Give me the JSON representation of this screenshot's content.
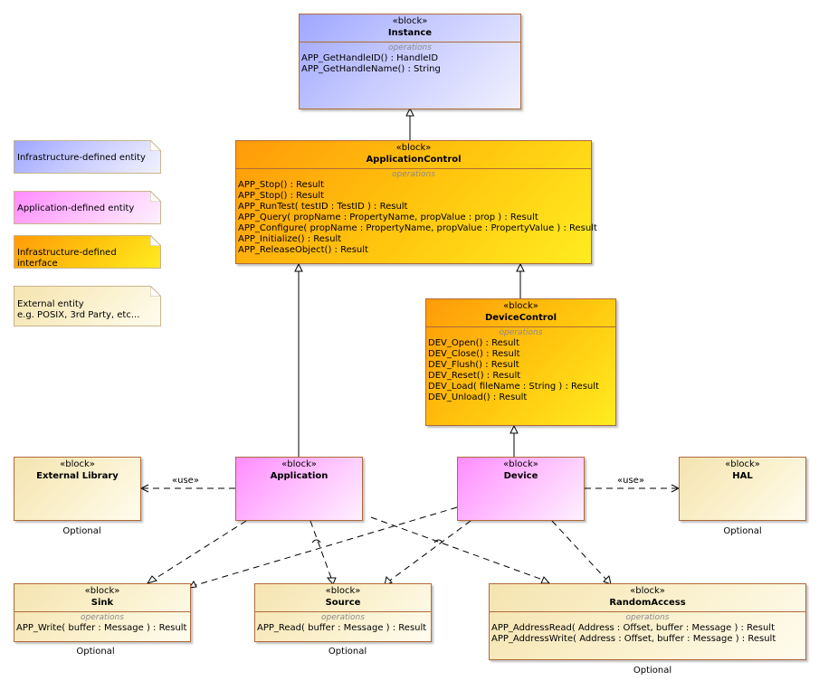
{
  "blocks": {
    "instance": {
      "stereo": "«block»",
      "name": "Instance",
      "compartment": "operations",
      "ops": [
        "APP_GetHandleID() : HandleID",
        "APP_GetHandleName() : String"
      ]
    },
    "application_control": {
      "stereo": "«block»",
      "name": "ApplicationControl",
      "compartment": "operations",
      "ops": [
        "APP_Stop() : Result",
        "APP_Stop() : Result",
        "APP_RunTest( testID : TestID ) : Result",
        "APP_Query( propName : PropertyName, propValue : prop ) : Result",
        "APP_Configure( propName : PropertyName, propValue : PropertyValue ) : Result",
        "APP_Initialize() : Result",
        "APP_ReleaseObject() : Result"
      ]
    },
    "device_control": {
      "stereo": "«block»",
      "name": "DeviceControl",
      "compartment": "operations",
      "ops": [
        "DEV_Open() : Result",
        "DEV_Close() : Result",
        "DEV_Flush() : Result",
        "DEV_Reset() : Result",
        "DEV_Load( fileName : String ) : Result",
        "DEV_Unload() : Result"
      ]
    },
    "external_library": {
      "stereo": "«block»",
      "name": "External Library"
    },
    "application": {
      "stereo": "«block»",
      "name": "Application"
    },
    "device": {
      "stereo": "«block»",
      "name": "Device"
    },
    "hal": {
      "stereo": "«block»",
      "name": "HAL"
    },
    "sink": {
      "stereo": "«block»",
      "name": "Sink",
      "compartment": "operations",
      "ops": [
        "APP_Write( buffer : Message ) : Result"
      ]
    },
    "source": {
      "stereo": "«block»",
      "name": "Source",
      "compartment": "operations",
      "ops": [
        "APP_Read( buffer : Message ) : Result"
      ]
    },
    "random_access": {
      "stereo": "«block»",
      "name": "RandomAccess",
      "compartment": "operations",
      "ops": [
        "APP_AddressRead( Address : Offset, buffer : Message ) : Result",
        "APP_AddressWrite( Address : Offset, buffer : Message ) : Result"
      ]
    }
  },
  "legend": {
    "infrastructure_entity": "Infrastructure-defined entity",
    "application_entity": "Application-defined entity",
    "infrastructure_interface": "Infrastructure-defined interface",
    "external_entity_line1": "External entity",
    "external_entity_line2": "e.g. POSIX, 3rd Party, etc..."
  },
  "labels": {
    "use_left": "«use»",
    "use_right": "«use»",
    "optional_external_library": "Optional",
    "optional_hal": "Optional",
    "optional_sink": "Optional",
    "optional_source": "Optional",
    "optional_random_access": "Optional"
  },
  "colors": {
    "infrastructure_entity": "#9fa6ff",
    "application_entity": "#ff8cff",
    "infrastructure_interface": "#ff9b0a",
    "external_entity": "#f5e4b0",
    "border": "#b06a3a"
  }
}
